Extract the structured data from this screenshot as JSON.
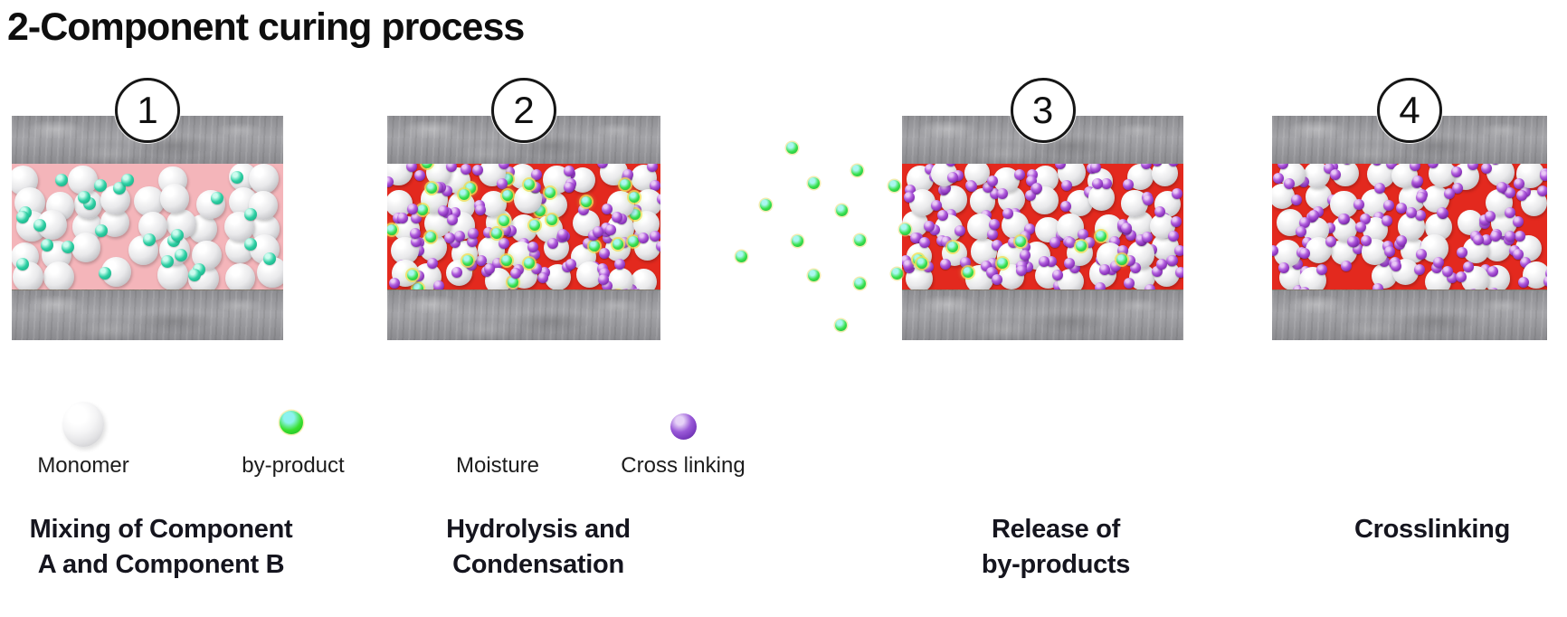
{
  "title": "2-Component curing process",
  "stages": [
    {
      "number": "1",
      "caption": [
        "Mixing of Component",
        "A and Component B"
      ],
      "band": "pink",
      "monomers": 38,
      "attached": [],
      "free_dots": [
        {
          "type": "moisture",
          "count": 26
        }
      ]
    },
    {
      "number": "2",
      "caption": [
        "Hydrolysis and",
        "Condensation"
      ],
      "band": "red",
      "monomers": 44,
      "attached": [
        "purple",
        "green"
      ],
      "free_dots": [
        {
          "type": "purple",
          "count": 12
        },
        {
          "type": "green",
          "count": 13
        }
      ]
    },
    {
      "number": "3",
      "caption": [
        "Release of",
        "by-products"
      ],
      "band": "red",
      "monomers": 44,
      "attached": [
        "purple"
      ],
      "free_dots": [
        {
          "type": "purple",
          "count": 12
        },
        {
          "type": "green",
          "count": 9
        }
      ]
    },
    {
      "number": "4",
      "caption": [
        "Crosslinking"
      ],
      "band": "red",
      "monomers": 42,
      "attached": [
        "purple"
      ],
      "free_dots": [
        {
          "type": "purple",
          "count": 10
        }
      ]
    }
  ],
  "legend": [
    {
      "label": "Monomer",
      "icon": "monomer-sphere"
    },
    {
      "label": "by-product",
      "icon": "byproduct-sphere"
    },
    {
      "label": "Moisture",
      "icon": "none"
    },
    {
      "label": "Cross linking",
      "icon": "crosslink-sphere"
    }
  ],
  "floating_byproducts": [
    [
      875,
      163
    ],
    [
      947,
      188
    ],
    [
      899,
      202
    ],
    [
      988,
      205
    ],
    [
      846,
      226
    ],
    [
      930,
      232
    ],
    [
      1000,
      253
    ],
    [
      881,
      266
    ],
    [
      950,
      265
    ],
    [
      819,
      283
    ],
    [
      899,
      304
    ],
    [
      991,
      302
    ],
    [
      950,
      313
    ],
    [
      929,
      359
    ]
  ],
  "colors": {
    "pink_band": "#f4b5ba",
    "red_band": "#e3291e",
    "substrate_gray": "#97979b",
    "monomer_white": "#e9e9eb",
    "byproduct_green": "#38e14d",
    "moisture_teal": "#2ccfa3",
    "crosslink_purple": "#8b33bb",
    "halo_yellow": "#f2dc52"
  }
}
